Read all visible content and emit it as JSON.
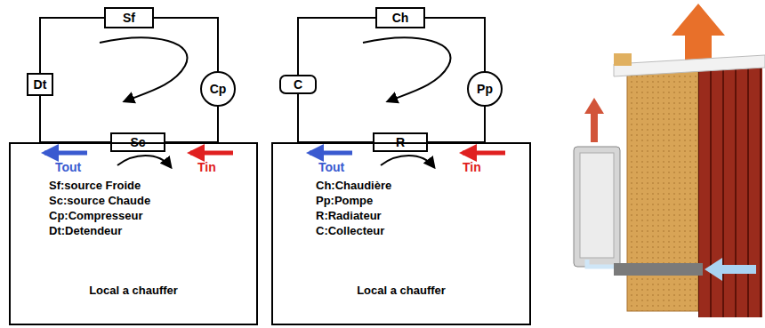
{
  "diagram": {
    "nodes": [
      {
        "text": [
          "Sf"
        ]
      },
      {
        "text": [
          "Dt"
        ]
      },
      {
        "text": [
          "Cp"
        ]
      },
      {
        "text": [
          "Sc"
        ]
      },
      {
        "text": [
          "Local a chauffer"
        ]
      },
      {
        "text": [
          "Ch"
        ]
      },
      {
        "text": [
          "C"
        ]
      },
      {
        "text": [
          "Pp"
        ]
      },
      {
        "text": [
          "R"
        ]
      },
      {
        "text": [
          "Local a chauffer"
        ]
      }
    ],
    "edges": [
      {
        "from": 0,
        "to": 2,
        "arrow": "none"
      },
      {
        "from": 2,
        "to": 3,
        "arrow": "none"
      },
      {
        "from": 3,
        "to": 1,
        "arrow": "none"
      },
      {
        "from": 1,
        "to": 0,
        "arrow": "none"
      },
      {
        "from": 5,
        "to": 7,
        "arrow": "none"
      },
      {
        "from": 7,
        "to": 8,
        "arrow": "none"
      },
      {
        "from": 8,
        "to": 6,
        "arrow": "none"
      },
      {
        "from": 6,
        "to": 5,
        "arrow": "none"
      }
    ],
    "labels": [
      "Tout",
      "Tin",
      "Sf:source Froide",
      "Sc:source Chaude",
      "Cp:Compresseur",
      "Dt:Detendeur",
      "Tout",
      "Tin",
      "Ch:Chaudière",
      "Pp:Pompe",
      "R:Radiateur",
      "C:Collecteur"
    ]
  }
}
